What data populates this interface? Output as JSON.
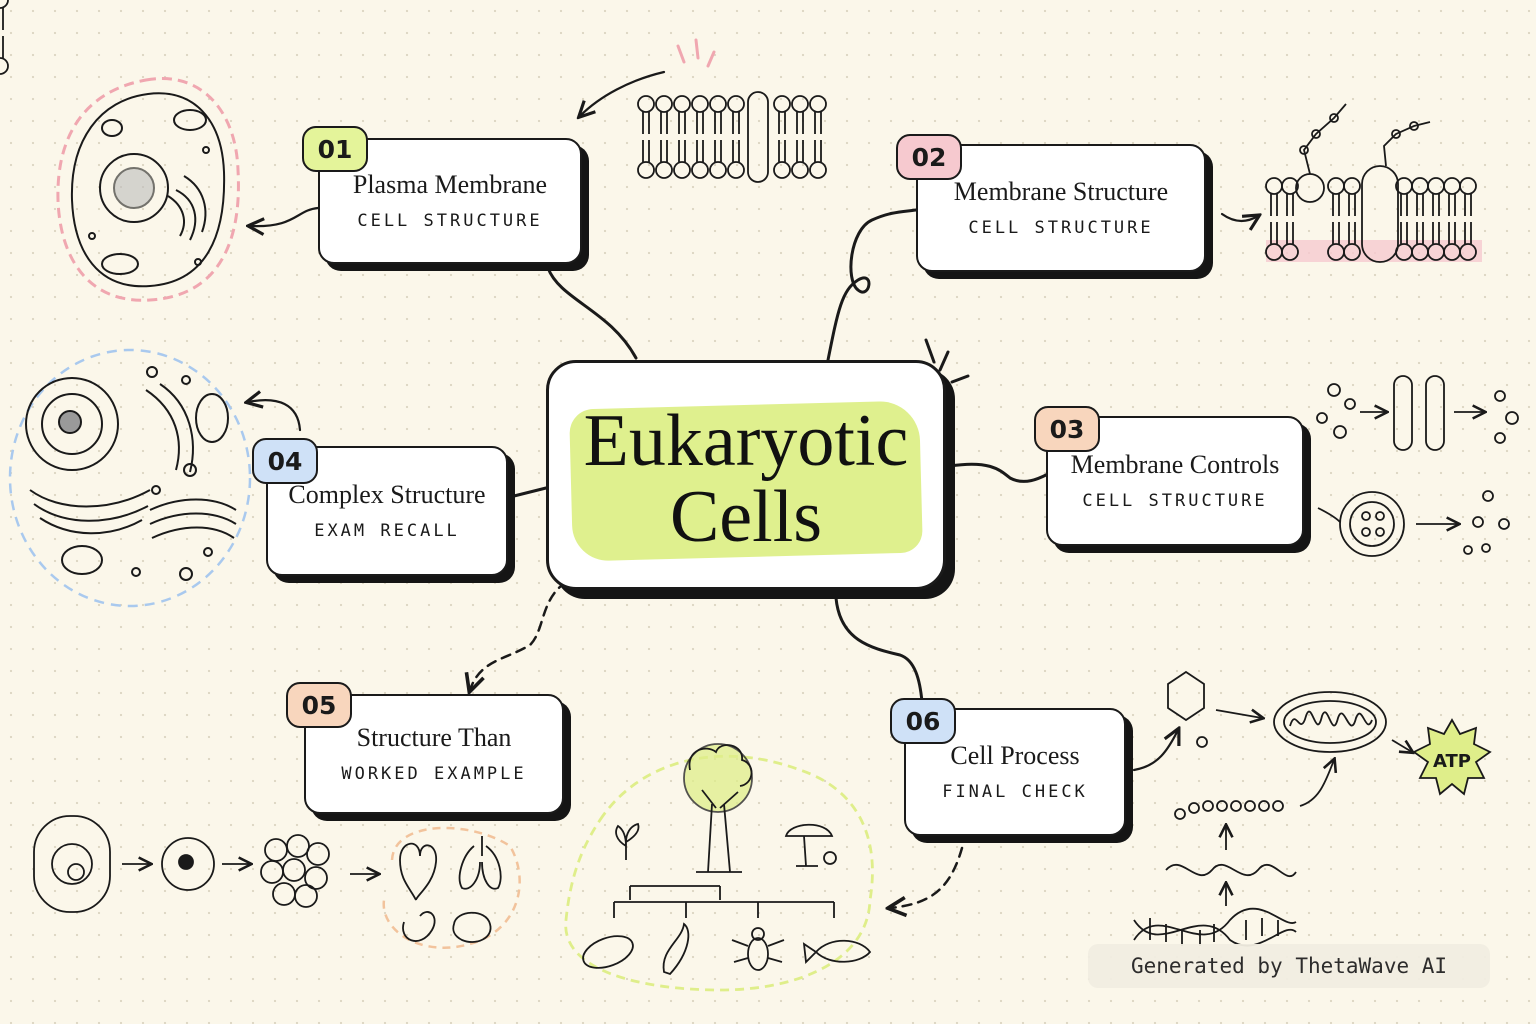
{
  "title_line1": "Eukaryotic",
  "title_line2": "Cells",
  "nodes": [
    {
      "number": "01",
      "title": "Plasma Membrane",
      "tag": "CELL STRUCTURE",
      "badge_color": "#e4f49a"
    },
    {
      "number": "02",
      "title": "Membrane Structure",
      "tag": "CELL STRUCTURE",
      "badge_color": "#f6c9cf"
    },
    {
      "number": "03",
      "title": "Membrane Controls",
      "tag": "CELL STRUCTURE",
      "badge_color": "#f8d6bd"
    },
    {
      "number": "04",
      "title": "Complex Structure",
      "tag": "EXAM RECALL",
      "badge_color": "#cfe1f7"
    },
    {
      "number": "05",
      "title": "Structure Than",
      "tag": "WORKED EXAMPLE",
      "badge_color": "#f8d6bd"
    },
    {
      "number": "06",
      "title": "Cell Process",
      "tag": "FINAL CHECK",
      "badge_color": "#cfe1f7"
    }
  ],
  "atp_label": "ATP",
  "footer": "Generated by ThetaWave AI",
  "colors": {
    "highlight": "#dcee82",
    "pink": "#f0a7b0",
    "blue": "#a9c9ee",
    "orange": "#f2c39c",
    "green": "#dfee8a",
    "ink": "#1a1a1a"
  }
}
